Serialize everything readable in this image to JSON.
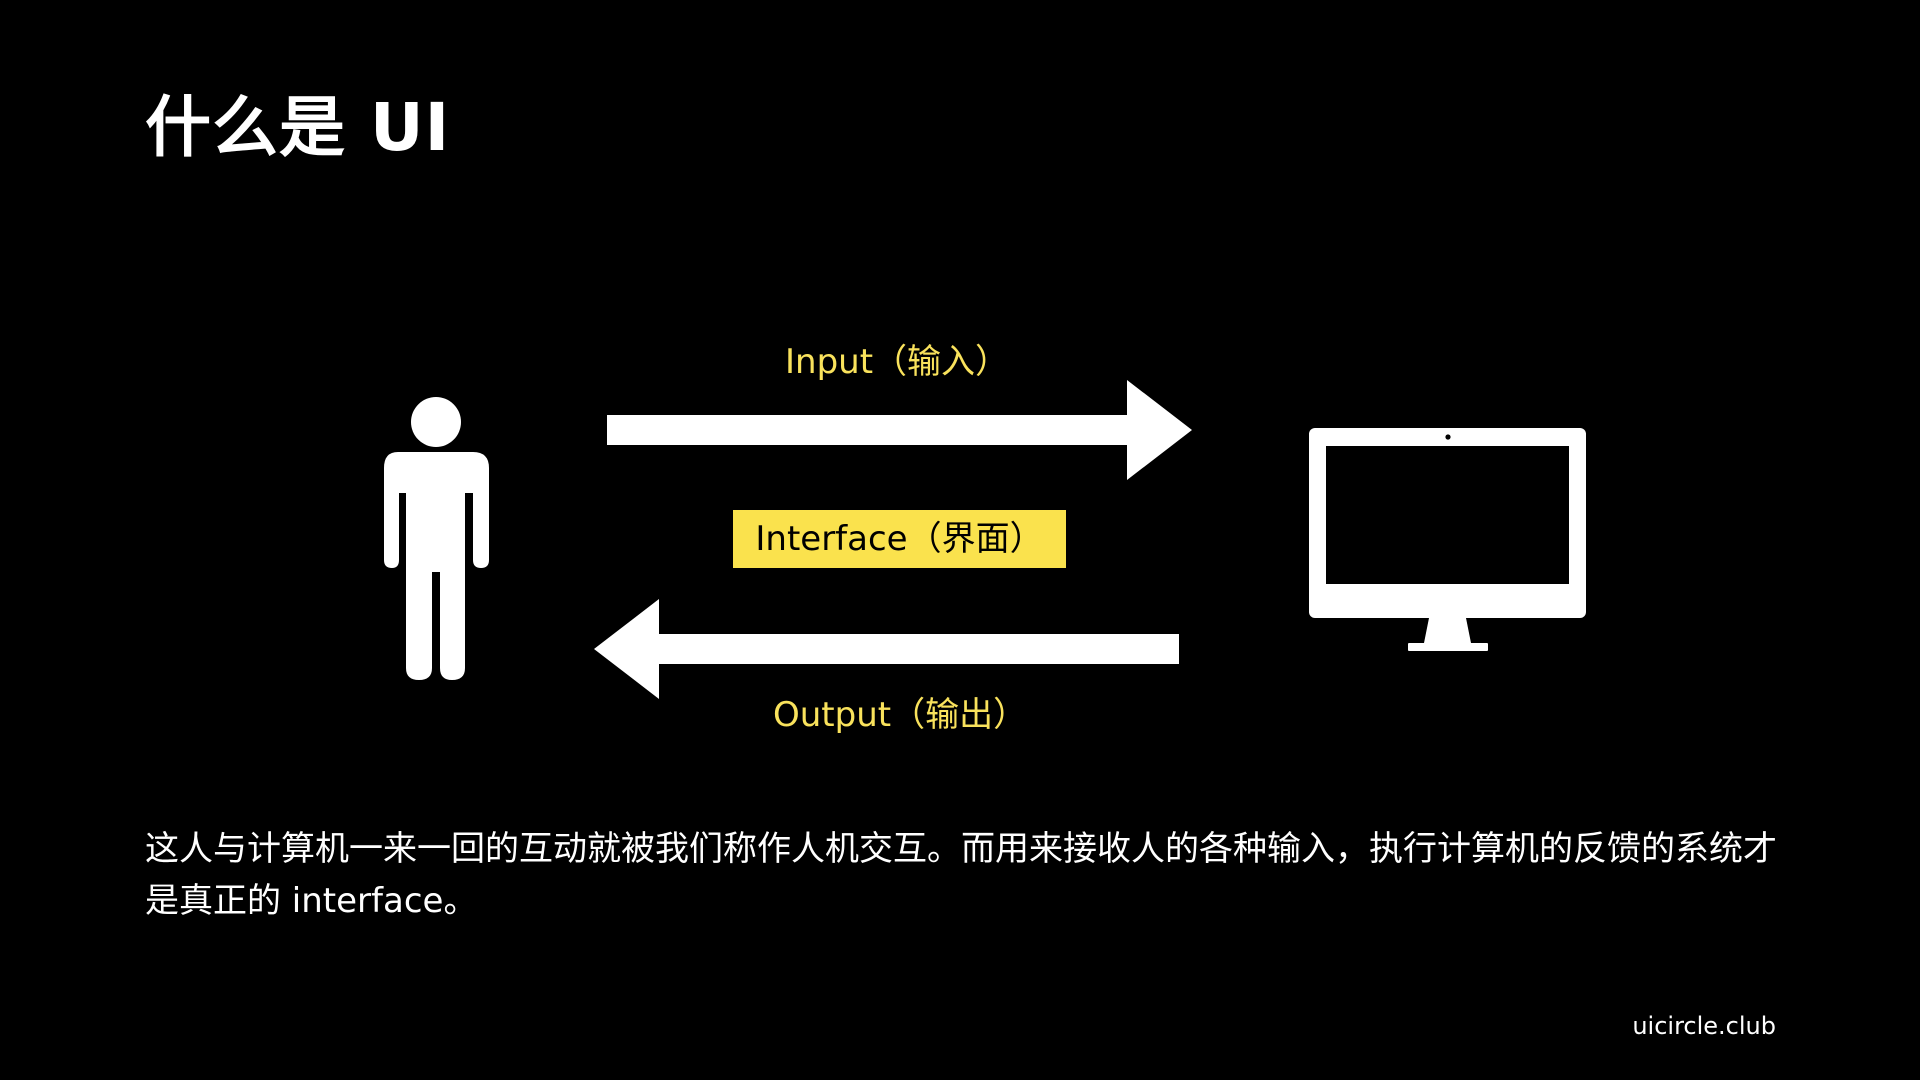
{
  "slide": {
    "title": "什么是 UI",
    "input_label": "Input（输入）",
    "interface_label": "Interface（界面）",
    "output_label": "Output（输出）",
    "description": "这人与计算机一来一回的互动就被我们称作人机交互。而用来接收人的各种输入，执行计算机的反馈的系统才是真正的 interface。",
    "footer": "uicircle.club"
  },
  "icons": {
    "person": "person-icon",
    "computer": "computer-monitor-icon",
    "input_arrow": "arrow-right-icon",
    "output_arrow": "arrow-left-icon"
  },
  "colors": {
    "background": "#000000",
    "foreground": "#ffffff",
    "accent": "#fae24d",
    "label_text": "#f9e25c"
  }
}
